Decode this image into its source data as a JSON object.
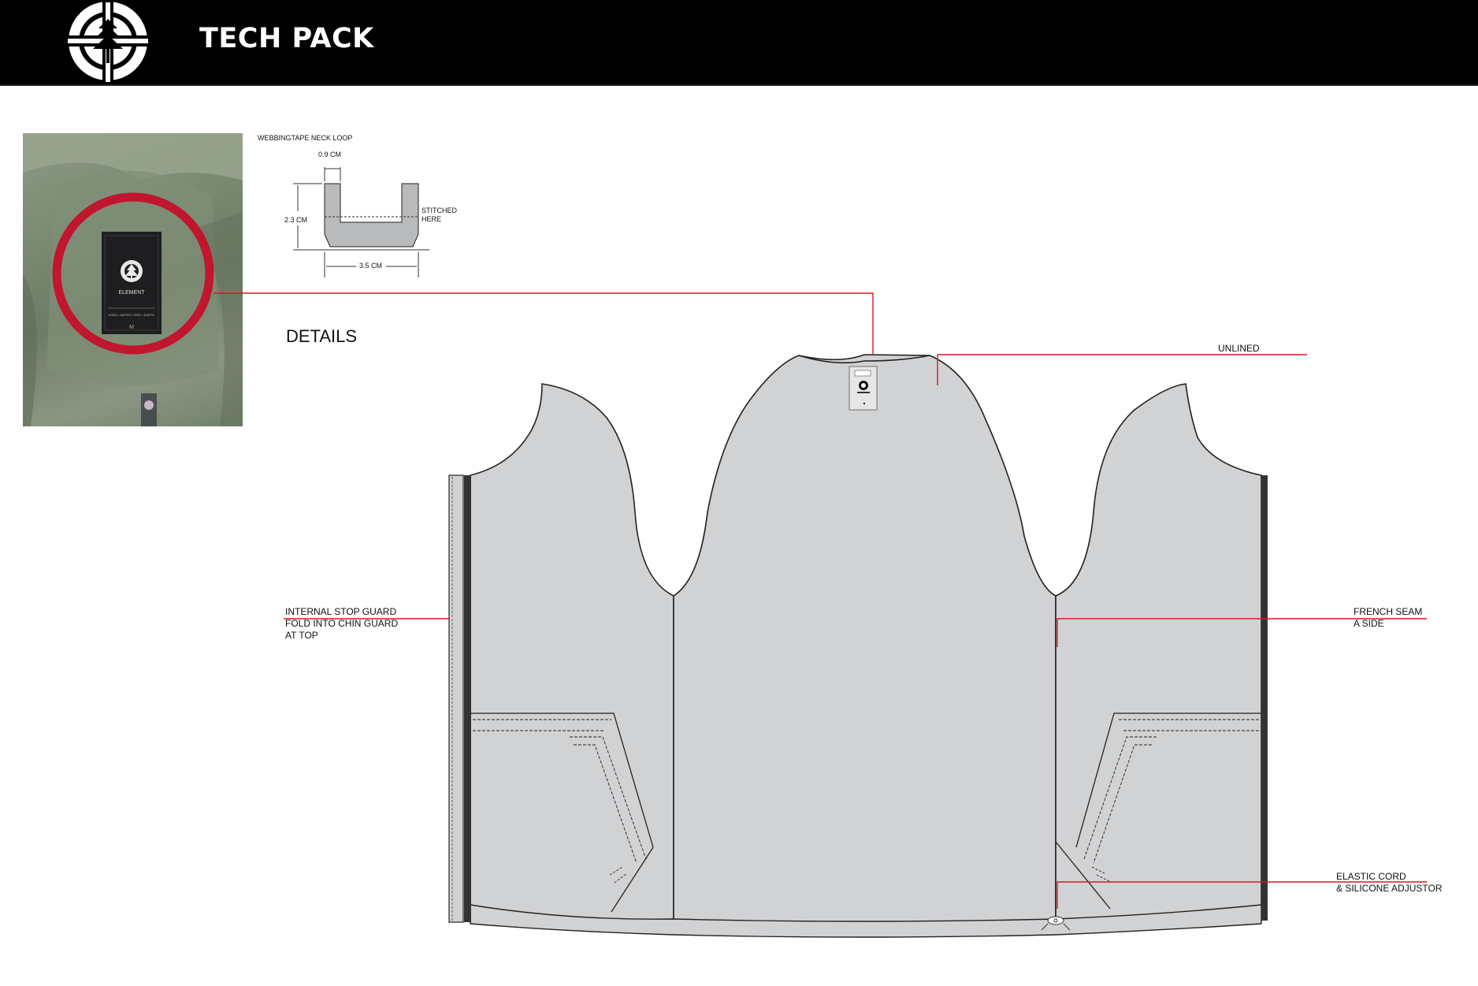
{
  "header": {
    "title": "TECH PACK"
  },
  "neck_loop": {
    "title": "WEBBINGTAPE NECK LOOP",
    "width_top": "0.9 CM",
    "height": "2.3 CM",
    "width_bottom": "3.5 CM",
    "stitch_note": [
      "STITCHED",
      "HERE"
    ]
  },
  "photo_label": {
    "brand": "ELEMENT",
    "tagline": "WIND • WATER • FIRE • EARTH",
    "size": "M"
  },
  "section_title": "DETAILS",
  "callouts": {
    "unlined": "UNLINED",
    "stop_guard": [
      "INTERNAL STOP GUARD",
      "FOLD INTO CHIN GUARD",
      "AT TOP"
    ],
    "french_seam": [
      "FRENCH SEAM",
      "A SIDE"
    ],
    "elastic_cord": [
      "ELASTIC CORD",
      "& SILICONE ADJUSTOR"
    ]
  },
  "colors": {
    "header_bg": "#000000",
    "garment_fill": "#d1d2d4",
    "callout_line": "#e0141e",
    "photo_circle": "#c0162e"
  }
}
